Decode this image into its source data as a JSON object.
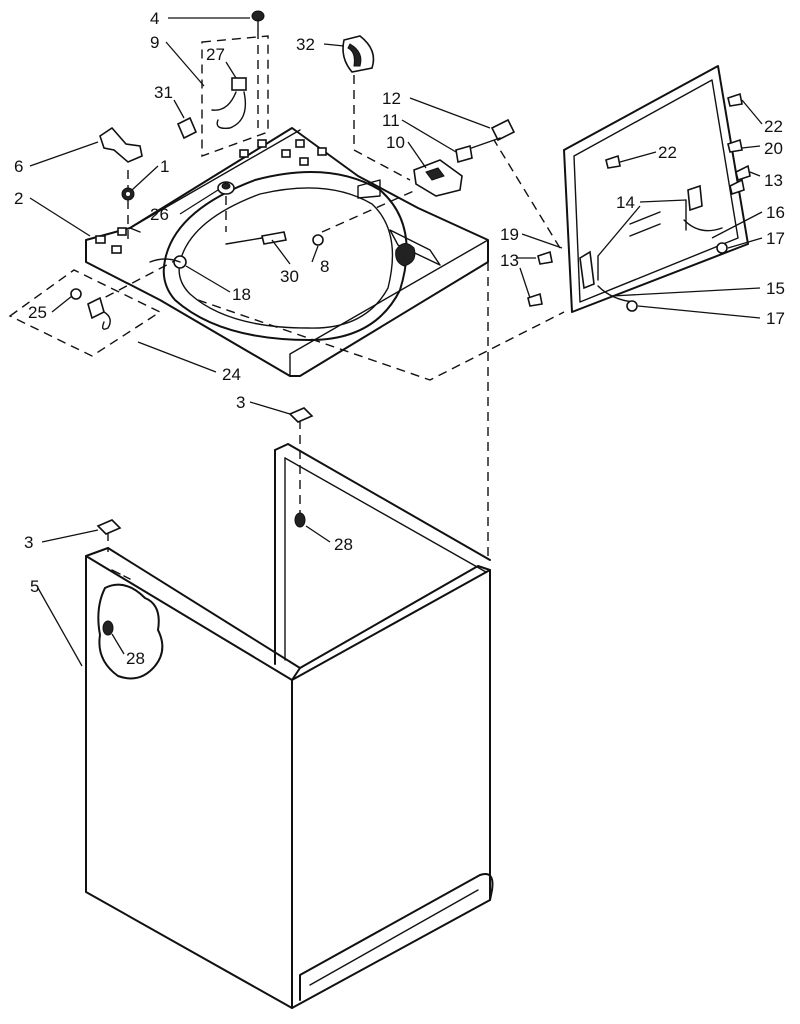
{
  "diagram": {
    "callouts": [
      {
        "id": "c4",
        "label": "4"
      },
      {
        "id": "c9",
        "label": "9"
      },
      {
        "id": "c27",
        "label": "27"
      },
      {
        "id": "c31",
        "label": "31"
      },
      {
        "id": "c32",
        "label": "32"
      },
      {
        "id": "c12",
        "label": "12"
      },
      {
        "id": "c11",
        "label": "11"
      },
      {
        "id": "c10",
        "label": "10"
      },
      {
        "id": "c6",
        "label": "6"
      },
      {
        "id": "c1",
        "label": "1"
      },
      {
        "id": "c2",
        "label": "2"
      },
      {
        "id": "c26",
        "label": "26"
      },
      {
        "id": "c30",
        "label": "30"
      },
      {
        "id": "c8",
        "label": "8"
      },
      {
        "id": "c18",
        "label": "18"
      },
      {
        "id": "c25",
        "label": "25"
      },
      {
        "id": "c24",
        "label": "24"
      },
      {
        "id": "c22a",
        "label": "22"
      },
      {
        "id": "c22b",
        "label": "22"
      },
      {
        "id": "c20",
        "label": "20"
      },
      {
        "id": "c13a",
        "label": "13"
      },
      {
        "id": "c14",
        "label": "14"
      },
      {
        "id": "c16",
        "label": "16"
      },
      {
        "id": "c19",
        "label": "19"
      },
      {
        "id": "c17a",
        "label": "17"
      },
      {
        "id": "c13b",
        "label": "13"
      },
      {
        "id": "c15",
        "label": "15"
      },
      {
        "id": "c17b",
        "label": "17"
      },
      {
        "id": "c3a",
        "label": "3"
      },
      {
        "id": "c28a",
        "label": "28"
      },
      {
        "id": "c3b",
        "label": "3"
      },
      {
        "id": "c5",
        "label": "5"
      },
      {
        "id": "c28b",
        "label": "28"
      }
    ]
  }
}
